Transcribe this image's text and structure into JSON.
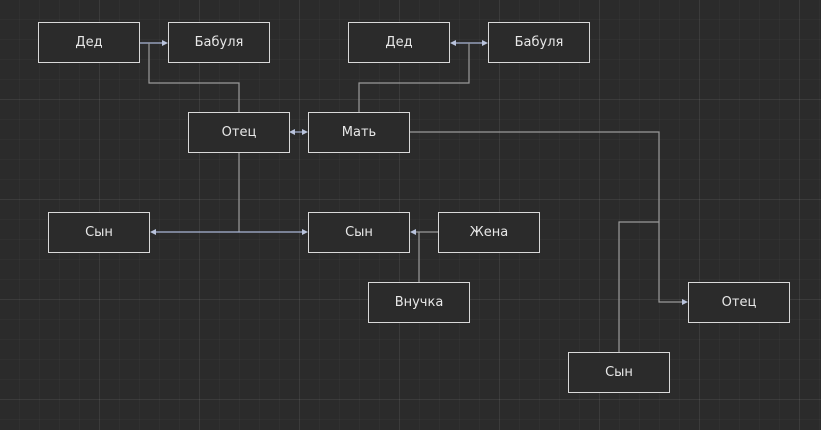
{
  "nodes": {
    "grandpa1": "Дед",
    "grandma1": "Бабуля",
    "grandpa2": "Дед",
    "grandma2": "Бабуля",
    "father": "Отец",
    "mother": "Мать",
    "son_left": "Сын",
    "son_mid": "Сын",
    "wife": "Жена",
    "granddaughter": "Внучка",
    "father_right": "Отец",
    "son_bottom": "Сын"
  },
  "colors": {
    "background": "#2b2b2b",
    "node_border": "#d9d9d9",
    "node_text": "#e8e8e8",
    "connector": "#9a9a9a",
    "arrow": "#b9c3dc"
  }
}
